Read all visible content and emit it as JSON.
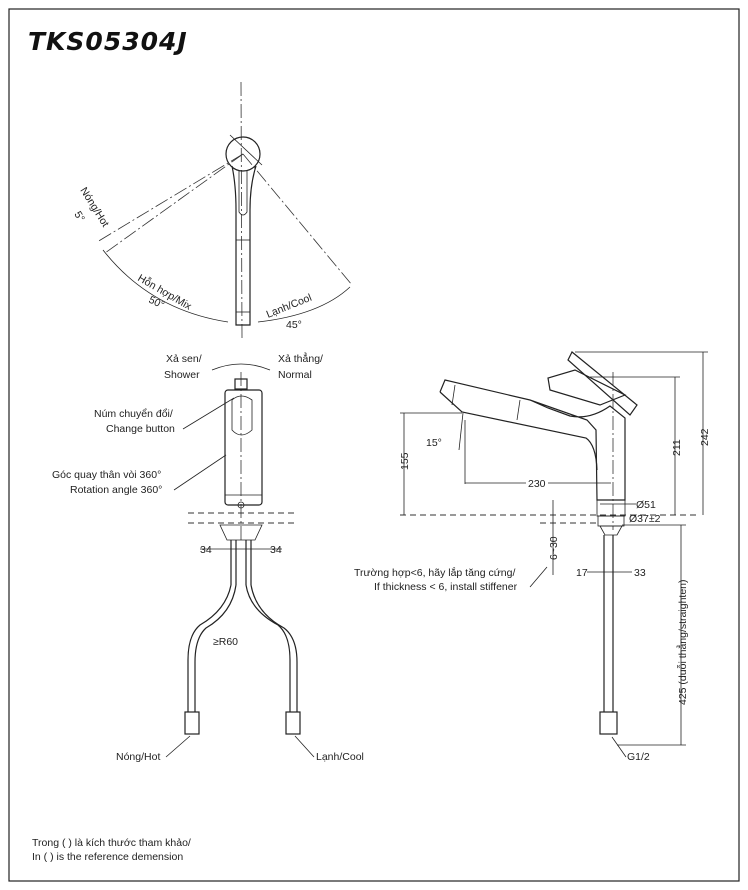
{
  "title": "TKS05304J",
  "top_view": {
    "hot": "Nóng/Hot",
    "hot_angle": "5°",
    "mix": "Hỗn hợp/Mix",
    "mix_angle": "50°",
    "cool": "Lạnh/Cool",
    "cool_angle": "45°"
  },
  "front_view": {
    "shower_1": "Xả sen/",
    "shower_2": "Shower",
    "normal_1": "Xả thẳng/",
    "normal_2": "Normal",
    "change_1": "Núm chuyển đổi/",
    "change_2": "Change button",
    "rotation_1": "Góc quay thân vòi 360°",
    "rotation_2": "Rotation angle 360°",
    "dim_left": "34",
    "dim_right": "34",
    "radius": "≥R60",
    "hot": "Nóng/Hot",
    "cool": "Lạnh/Cool"
  },
  "side_view": {
    "angle": "15°",
    "dim_155": "155",
    "dim_230": "230",
    "dim_211": "211",
    "dim_242": "242",
    "dia_51": "Ø51",
    "dia_37": "Ø37±2",
    "thickness": "6~30",
    "stiffener_1": "Trường hợp<6, hãy lắp tăng cứng/",
    "stiffener_2": "If thickness < 6, install stiffener",
    "dim_17": "17",
    "dim_33": "33",
    "dim_425": "425 (duỗi thẳng/straighten)",
    "thread": "G1/2"
  },
  "note": {
    "line_1": "Trong ( ) là kích thước tham khảo/",
    "line_2": "In ( ) is the reference demension"
  }
}
